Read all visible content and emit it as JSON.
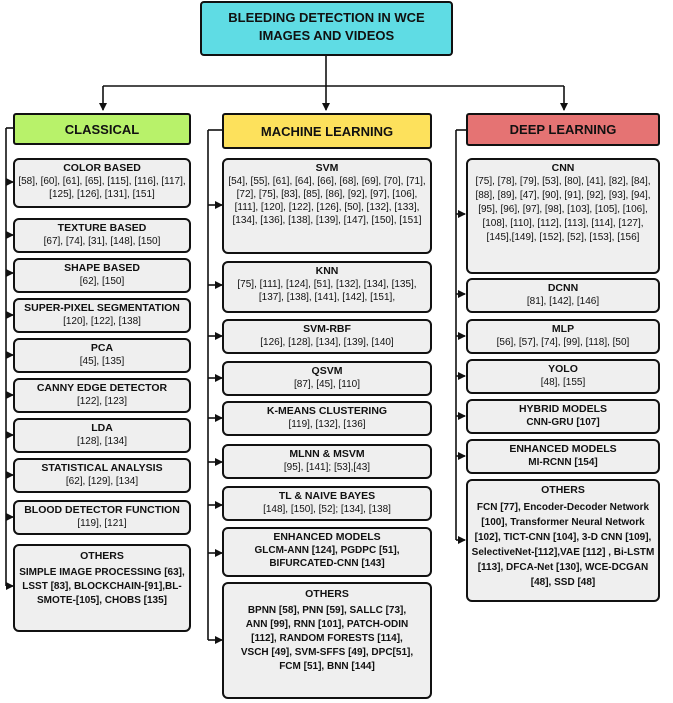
{
  "root": {
    "title": "BLEEDING DETECTION IN WCE IMAGES AND VIDEOS"
  },
  "columns": [
    {
      "header": "CLASSICAL",
      "color": "#b8f26a",
      "items": [
        {
          "title": "COLOR BASED",
          "body": "[58], [60], [61], [65], [115], [116], [117], [125], [126], [131], [151]"
        },
        {
          "title": "TEXTURE BASED",
          "body": "[67], [74], [31], [148], [150]"
        },
        {
          "title": "SHAPE BASED",
          "body": "[62], [150]"
        },
        {
          "title": "SUPER-PIXEL SEGMENTATION",
          "body": "[120], [122], [138]"
        },
        {
          "title": "PCA",
          "body": "[45], [135]"
        },
        {
          "title": "CANNY EDGE DETECTOR",
          "body": "[122], [123]"
        },
        {
          "title": "LDA",
          "body": "[128], [134]"
        },
        {
          "title": "STATISTICAL ANALYSIS",
          "body": "[62], [129], [134]"
        },
        {
          "title": "BLOOD DETECTOR FUNCTION",
          "body": "[119], [121]"
        },
        {
          "title": "OTHERS",
          "body": "SIMPLE IMAGE PROCESSING [63], LSST [83], BLOCKCHAIN-[91],BL-SMOTE-[105], CHOBS [135]"
        }
      ]
    },
    {
      "header": "MACHINE LEARNING",
      "color": "#fde15c",
      "items": [
        {
          "title": "SVM",
          "body": "[54], [55], [61], [64], [66], [68], [69], [70], [71], [72], [75], [83], [85], [86], [92], [97], [106], [111], [120], [122], [126], [50], [132], [133], [134], [136], [138], [139], [147], [150], [151]"
        },
        {
          "title": "KNN",
          "body": "[75], [111], [124], [51], [132], [134], [135], [137], [138], [141], [142], [151],"
        },
        {
          "title": "SVM-RBF",
          "body": "[126], [128], [134], [139], [140]"
        },
        {
          "title": "QSVM",
          "body": "[87], [45], [110]"
        },
        {
          "title": "K-MEANS CLUSTERING",
          "body": "[119], [132], [136]"
        },
        {
          "title": "MLNN & MSVM",
          "body": "[95], [141]; [53],[43]"
        },
        {
          "title": "TL & NAIVE BAYES",
          "body": "[148], [150], [52]; [134], [138]"
        },
        {
          "title": "ENHANCED MODELS",
          "body": "GLCM-ANN [124], PGDPC [51], BIFURCATED-CNN [143]"
        },
        {
          "title": "OTHERS",
          "body": "BPNN [58], PNN [59], SALLC [73], ANN [99], RNN [101], PATCH-ODIN [112], RANDOM FORESTS [114], VSCH [49], SVM-SFFS [49], DPC[51], FCM [51], BNN [144]"
        }
      ]
    },
    {
      "header": "DEEP LEARNING",
      "color": "#e57373",
      "items": [
        {
          "title": "CNN",
          "body": "[75], [78], [79], [53], [80], [41], [82], [84], [88], [89], [47], [90], [91], [92], [93], [94], [95], [96], [97], [98], [103], [105], [106], [108], [110], [112], [113], [114], [127], [145],[149], [152], [52], [153], [156]"
        },
        {
          "title": "DCNN",
          "body": "[81], [142], [146]"
        },
        {
          "title": "MLP",
          "body": "[56], [57], [74], [99], [118], [50]"
        },
        {
          "title": "YOLO",
          "body": "[48], [155]"
        },
        {
          "title": "HYBRID MODELS",
          "body": "CNN-GRU [107]"
        },
        {
          "title": "ENHANCED MODELS",
          "body": "MI-RCNN [154]"
        },
        {
          "title": "OTHERS",
          "body": "FCN [77], Encoder-Decoder Network [100], Transformer Neural Network [102], TICT-CNN [104], 3-D CNN [109], SelectiveNet-[112],VAE [112] , Bi-LSTM [113], DFCA-Net [130], WCE-DCGAN [48], SSD [48]"
        }
      ]
    }
  ]
}
